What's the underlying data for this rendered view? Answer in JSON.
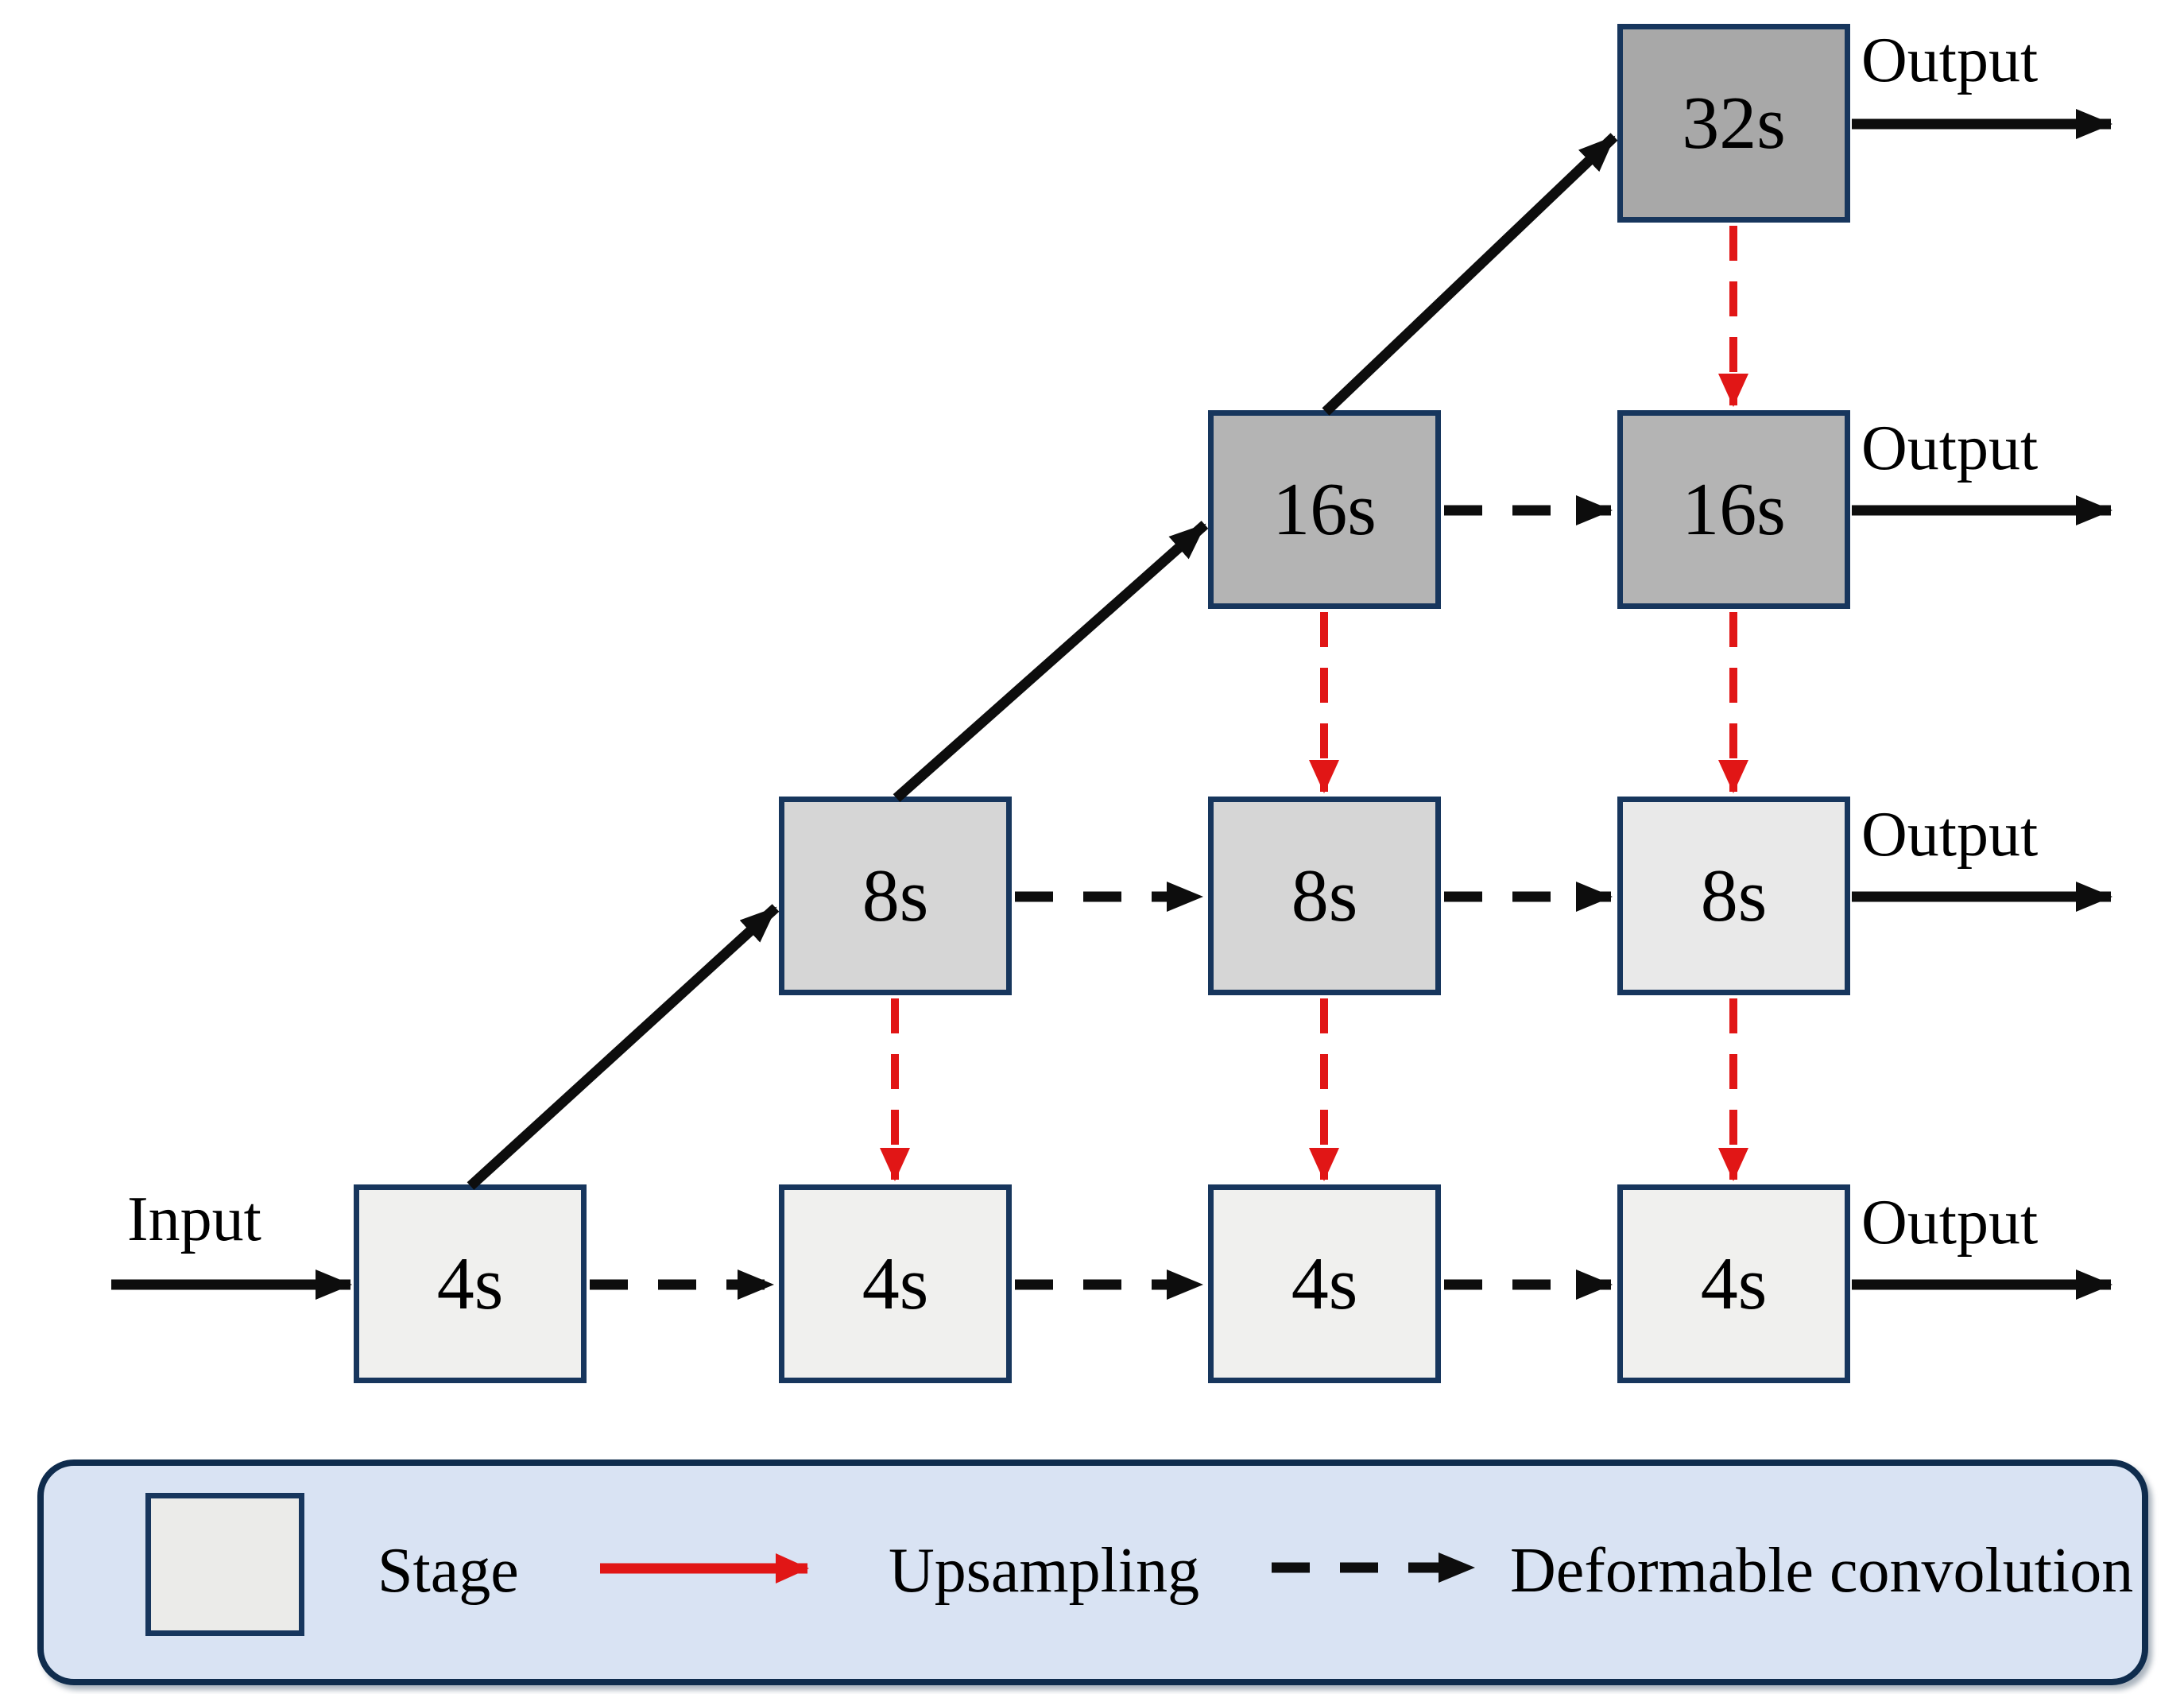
{
  "colors": {
    "page-bg": "#ffffff",
    "ink": "#0d0d0d",
    "red": "#e11616",
    "box-border": "#17365d",
    "legend-bg": "#d9e3f3",
    "legend-border": "#0f2c4d"
  },
  "diagram": {
    "input_label": "Input",
    "output_label": "Output",
    "stages": [
      {
        "label": "32s",
        "row": 0,
        "col": 3,
        "fill": "#a8a8a8"
      },
      {
        "label": "16s",
        "row": 1,
        "col": 2,
        "fill": "#b4b4b4"
      },
      {
        "label": "16s",
        "row": 1,
        "col": 3,
        "fill": "#b4b4b4"
      },
      {
        "label": "8s",
        "row": 2,
        "col": 1,
        "fill": "#d6d6d6"
      },
      {
        "label": "8s",
        "row": 2,
        "col": 2,
        "fill": "#d6d6d6"
      },
      {
        "label": "8s",
        "row": 2,
        "col": 3,
        "fill": "#e9e9e9"
      },
      {
        "label": "4s",
        "row": 3,
        "col": 0,
        "fill": "#f0f0ee"
      },
      {
        "label": "4s",
        "row": 3,
        "col": 1,
        "fill": "#f0f0ee"
      },
      {
        "label": "4s",
        "row": 3,
        "col": 2,
        "fill": "#f0f0ee"
      },
      {
        "label": "4s",
        "row": 3,
        "col": 3,
        "fill": "#f0f0ee"
      }
    ]
  },
  "legend": {
    "stage_label": "Stage",
    "upsampling_label": "Upsampling",
    "deformable_label": "Deformable convolution"
  }
}
